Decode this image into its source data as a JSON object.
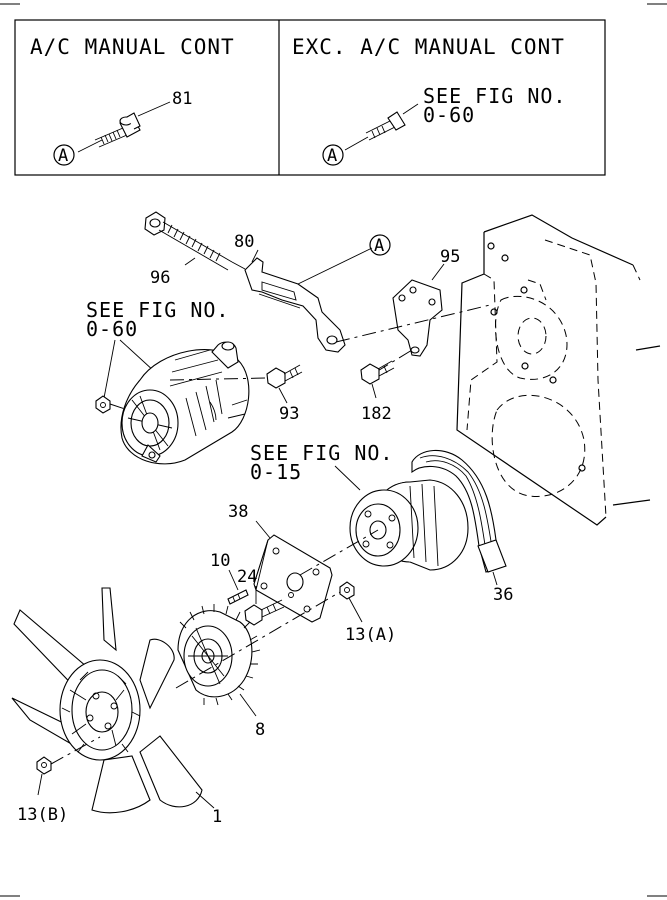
{
  "inset_boxes": {
    "left_title": "A/C MANUAL CONT",
    "right_title": "EXC. A/C MANUAL CONT",
    "left_callout": "81",
    "right_see_line1": "SEE FIG NO.",
    "right_see_line2": "0-60",
    "ref_marker_left": "A",
    "ref_marker_right": "A"
  },
  "main_refs": {
    "see_alternator_line1": "SEE FIG NO.",
    "see_alternator_line2": "0-60",
    "see_pulley_line1": "SEE FIG NO.",
    "see_pulley_line2": "0-15",
    "ref_marker_bracket": "A"
  },
  "callouts": {
    "bolt_96": "96",
    "bracket_80": "80",
    "bracket_95": "95",
    "bolt_93": "93",
    "bolt_182": "182",
    "plate_38": "38",
    "stud_10": "10",
    "bolt_24": "24",
    "nut_13a": "13(A)",
    "belt_36": "36",
    "clutch_8": "8",
    "nut_13b": "13(B)",
    "fan_1": "1"
  }
}
